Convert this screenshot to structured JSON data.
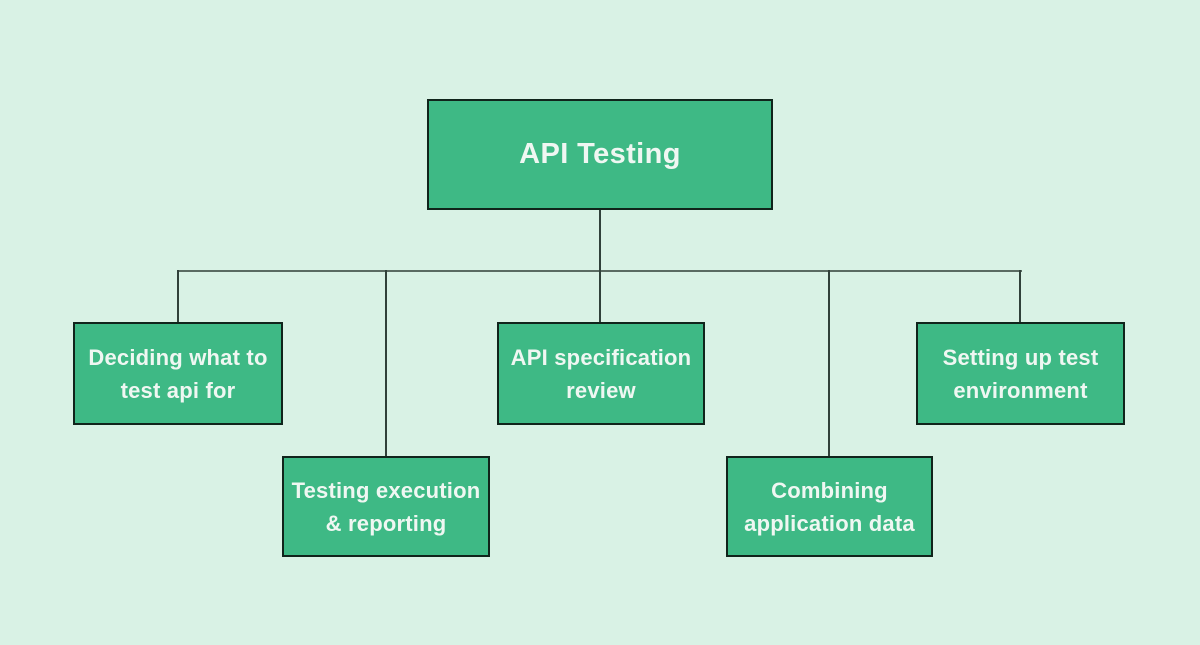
{
  "colors": {
    "background": "#d9f2e5",
    "node_fill": "#3eb985",
    "node_border": "#10241b",
    "connector_h": "#5a6b62",
    "connector_v": "#31413a",
    "text": "#eff7f2"
  },
  "diagram": {
    "type": "flowchart-tree",
    "root": {
      "label": "API Testing"
    },
    "children": [
      {
        "label": "Deciding what to test api for",
        "lines": [
          "Deciding what to",
          "test api for"
        ]
      },
      {
        "label": "Testing execution & reporting",
        "lines": [
          "Testing execution",
          "& reporting"
        ]
      },
      {
        "label": "API specification review",
        "lines": [
          "API specification",
          "review"
        ]
      },
      {
        "label": "Combining application data",
        "lines": [
          "Combining",
          "application data"
        ]
      },
      {
        "label": "Setting up test environment",
        "lines": [
          "Setting up test",
          "environment"
        ]
      }
    ]
  }
}
